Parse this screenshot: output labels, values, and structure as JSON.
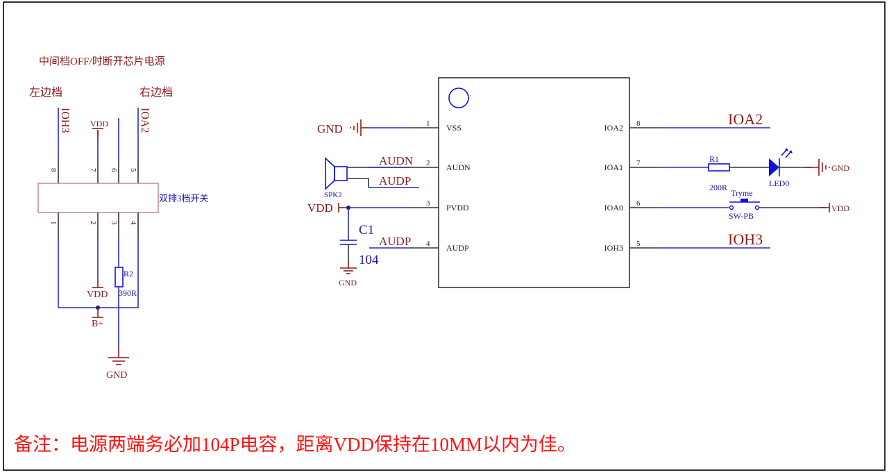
{
  "page": {
    "border_color": "#000000",
    "colors": {
      "net_label": "#8b1a1a",
      "wire": "#2b2bb0",
      "pin": "#333333",
      "component": "#1010e0",
      "note": "#ff1010"
    }
  },
  "switch_section": {
    "title": "中间档OFF/时断开芯片电源",
    "left_label": "左边档",
    "right_label": "右边档",
    "switch_name": "双排3档开关",
    "top_pins": [
      "8",
      "7",
      "6",
      "5"
    ],
    "bottom_pins": [
      "1",
      "2",
      "3",
      "4"
    ],
    "net_ioh3": "IOH3",
    "net_ioa2": "IOA2",
    "net_vdd_top": "VDD",
    "net_vdd_bottom": "VDD",
    "resistor_ref": "R2",
    "resistor_value": "390R",
    "net_bplus": "B+",
    "net_gnd": "GND"
  },
  "chip": {
    "left_pins": [
      {
        "num": "1",
        "name": "VSS"
      },
      {
        "num": "2",
        "name": "AUDN"
      },
      {
        "num": "3",
        "name": "PVDD"
      },
      {
        "num": "4",
        "name": "AUDP"
      }
    ],
    "right_pins": [
      {
        "num": "8",
        "name": "IOA2"
      },
      {
        "num": "7",
        "name": "IOA1"
      },
      {
        "num": "6",
        "name": "IOA0"
      },
      {
        "num": "5",
        "name": "IOH3"
      }
    ]
  },
  "left_circuit": {
    "gnd_label": "GND",
    "speaker_ref": "SPK2",
    "net_audn": "AUDN",
    "net_audp_spk": "AUDP",
    "vdd_label": "VDD",
    "cap_ref": "C1",
    "cap_value": "104",
    "net_audp_pin": "AUDP",
    "cap_gnd_label": "GND"
  },
  "right_circuit": {
    "net_ioa2": "IOA2",
    "resistor_ref": "R1",
    "resistor_value": "200R",
    "led_ref": "LED0",
    "gnd_label": "GND",
    "button_label": "Tryme",
    "button_ref": "SW-PB",
    "vdd_label": "VDD",
    "net_ioh3": "IOH3"
  },
  "note": "备注：电源两端务必加104P电容，距离VDD保持在10MM以内为佳。"
}
